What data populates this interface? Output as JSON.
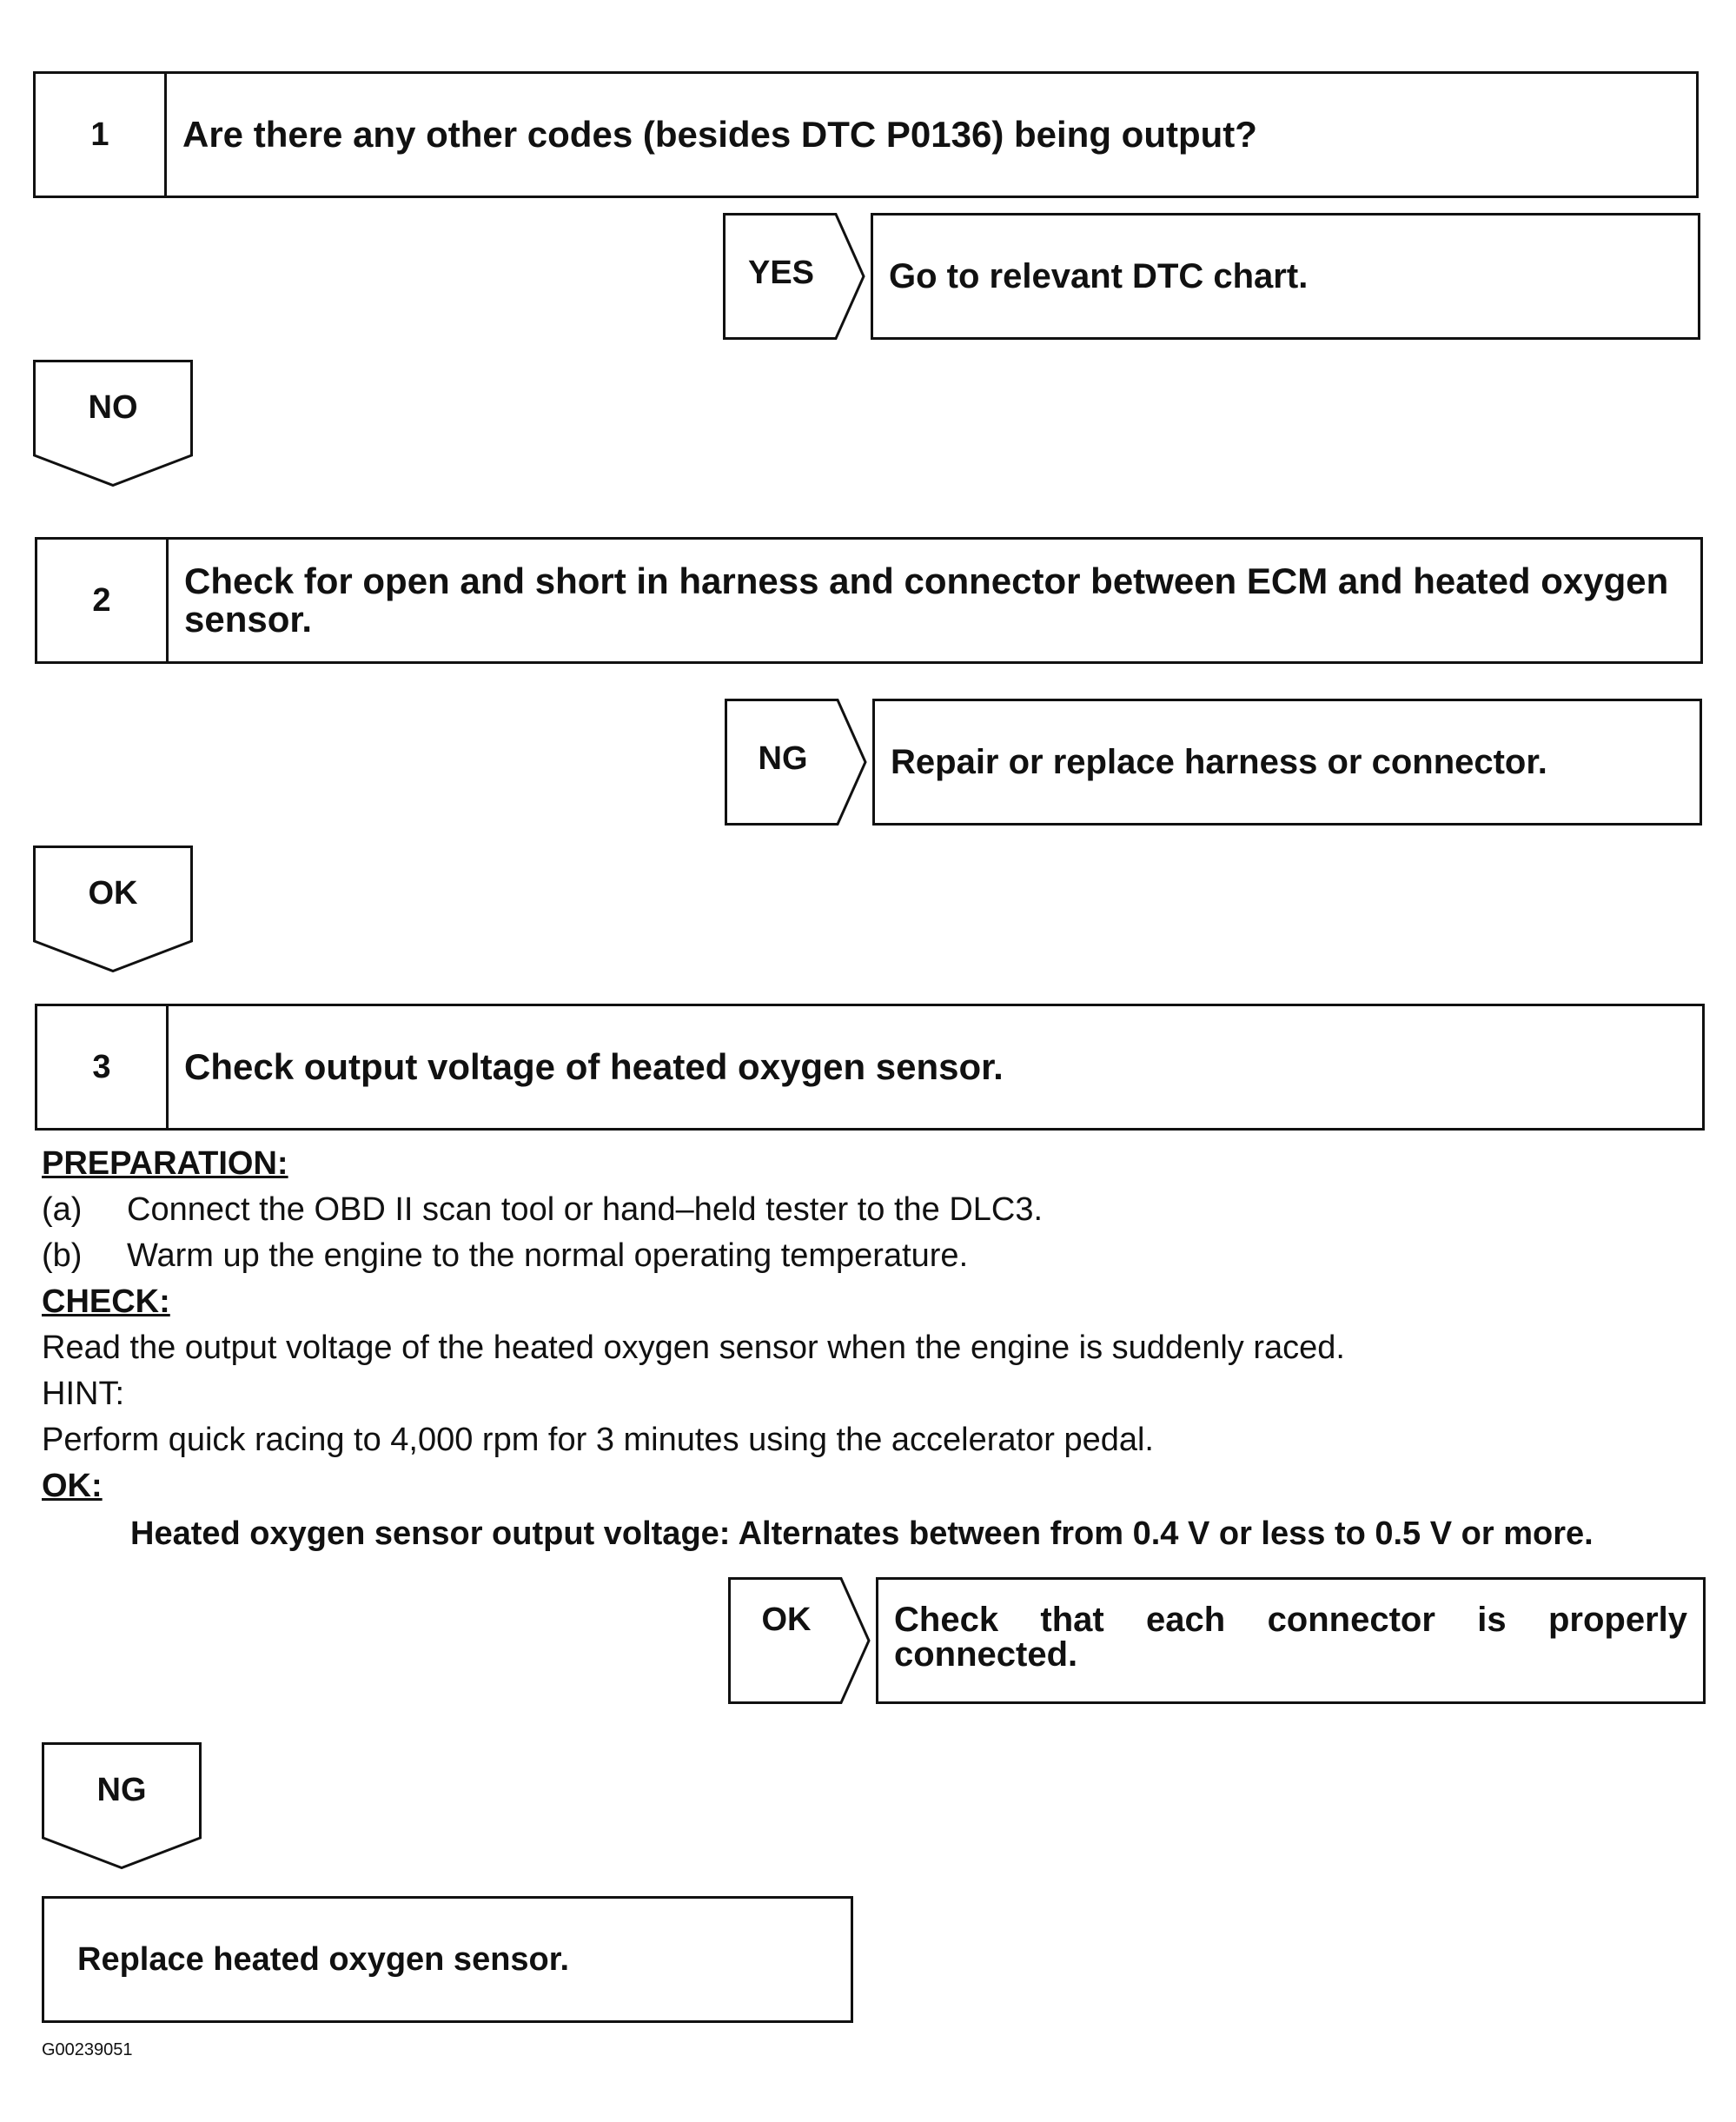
{
  "steps": [
    {
      "number": "1",
      "title": "Are there any other codes (besides DTC P0136) being output?"
    },
    {
      "number": "2",
      "title": "Check for open and short in harness and connector between ECM and heated oxygen sensor."
    },
    {
      "number": "3",
      "title": "Check output voltage of heated oxygen sensor."
    }
  ],
  "branches": [
    {
      "label": "YES",
      "result": "Go to relevant DTC chart."
    },
    {
      "label": "NG",
      "result": "Repair or replace harness or connector."
    },
    {
      "label": "OK",
      "result": "Check that each connector is properly connected."
    }
  ],
  "flow_labels": [
    "NO",
    "OK",
    "NG"
  ],
  "step3_details": {
    "preparation_heading": "PREPARATION:",
    "preparation_items": [
      {
        "marker": "(a)",
        "text": "Connect the OBD II scan tool or hand–held tester to the DLC3."
      },
      {
        "marker": "(b)",
        "text": "Warm up the engine to the normal operating temperature."
      }
    ],
    "check_heading": "CHECK:",
    "check_text": "Read the output voltage of the heated oxygen sensor when the engine is suddenly raced.",
    "hint_heading": "HINT:",
    "hint_text": "Perform quick racing to 4,000 rpm for 3 minutes using the accelerator pedal.",
    "ok_heading": "OK:",
    "ok_spec": "Heated oxygen sensor output voltage: Alternates between from 0.4 V or less to 0.5 V or more."
  },
  "final_action": "Replace heated oxygen sensor.",
  "figure_code": "G00239051"
}
